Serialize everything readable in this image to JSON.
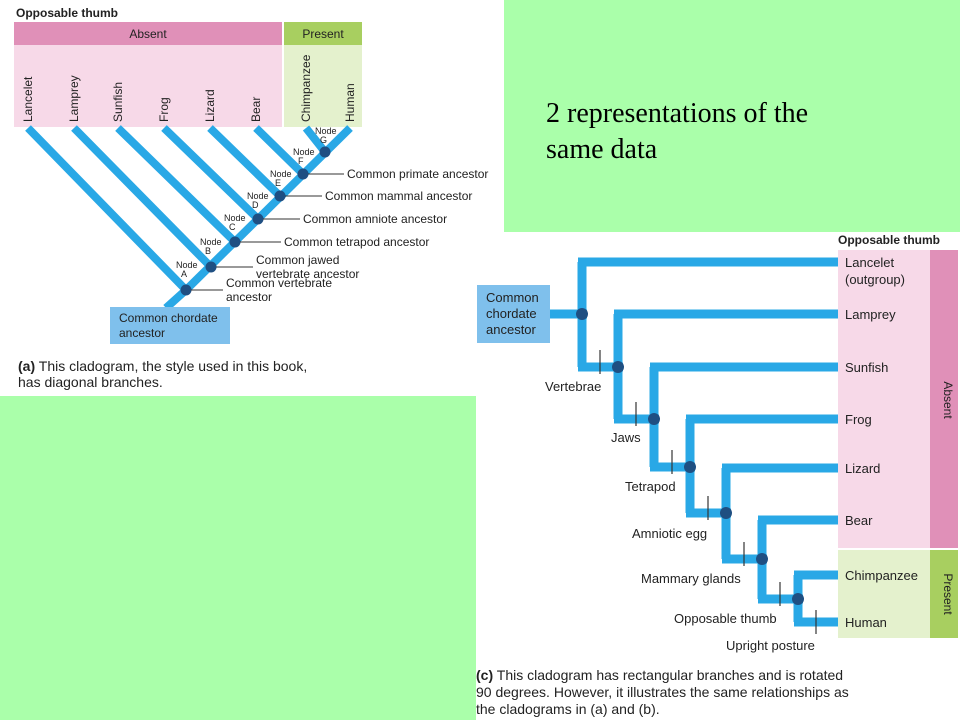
{
  "headline": {
    "line1": "2 representations of the",
    "line2": "same data"
  },
  "colors": {
    "branch": "#29a8e6",
    "node": "#1f4f82",
    "absent_header": "#e090b8",
    "absent_fill": "#f7d9e8",
    "present_header": "#a8cf60",
    "present_fill": "#e4f1cd",
    "ancestor_box": "#7fc0ec",
    "green_panel": "#aaffaa"
  },
  "cladogram_a": {
    "trait_title": "Opposable thumb",
    "absent_label": "Absent",
    "present_label": "Present",
    "taxa": [
      "Lancelet",
      "Lamprey",
      "Sunfish",
      "Frog",
      "Lizard",
      "Bear",
      "Chimpanzee",
      "Human"
    ],
    "nodes": [
      {
        "word": "Node",
        "letter": "A",
        "label": [
          "Common vertebrate",
          "ancestor"
        ]
      },
      {
        "word": "Node",
        "letter": "B",
        "label": [
          "Common jawed",
          "vertebrate ancestor"
        ]
      },
      {
        "word": "Node",
        "letter": "C",
        "label": [
          "Common tetrapod ancestor"
        ]
      },
      {
        "word": "Node",
        "letter": "D",
        "label": [
          "Common amniote ancestor"
        ]
      },
      {
        "word": "Node",
        "letter": "E",
        "label": [
          "Common mammal ancestor"
        ]
      },
      {
        "word": "Node",
        "letter": "F",
        "label": [
          "Common primate ancestor"
        ]
      },
      {
        "word": "Node",
        "letter": "G",
        "label": []
      }
    ],
    "root_label": [
      "Common chordate",
      "ancestor"
    ],
    "caption_tag": "(a)",
    "caption_line1": " This cladogram, the style used in this book,",
    "caption_line2": "has diagonal branches."
  },
  "cladogram_c": {
    "trait_title": "Opposable thumb",
    "absent_label": "Absent",
    "present_label": "Present",
    "taxa": [
      [
        "Lancelet",
        "(outgroup)"
      ],
      [
        "Lamprey"
      ],
      [
        "Sunfish"
      ],
      [
        "Frog"
      ],
      [
        "Lizard"
      ],
      [
        "Bear"
      ],
      [
        "Chimpanzee"
      ],
      [
        "Human"
      ]
    ],
    "traits": [
      "Vertebrae",
      "Jaws",
      "Tetrapod",
      "Amniotic egg",
      "Mammary glands",
      "Opposable thumb",
      "Upright posture"
    ],
    "root_label": [
      "Common",
      "chordate",
      "ancestor"
    ],
    "caption_tag": "(c)",
    "caption_line1": " This cladogram has rectangular branches and is rotated",
    "caption_line2": "90 degrees. However, it illustrates the same relationships as",
    "caption_line3": "the cladograms in (a) and (b)."
  }
}
